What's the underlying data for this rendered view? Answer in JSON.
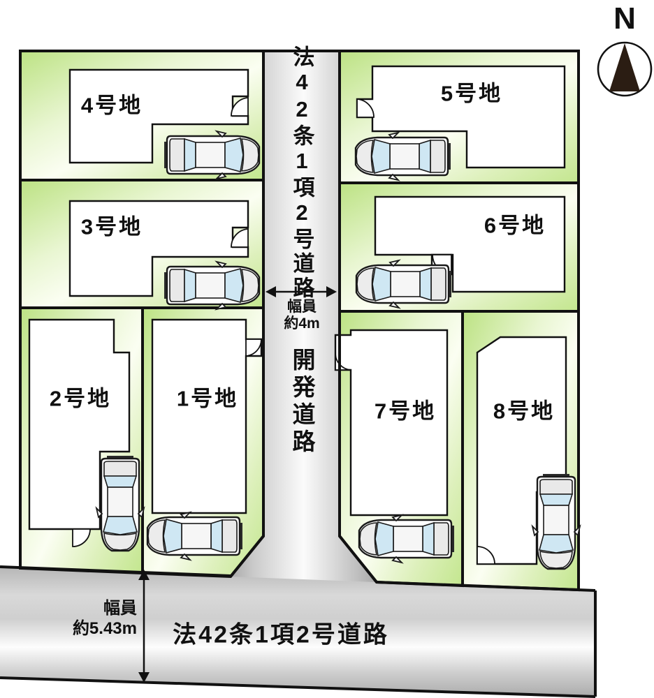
{
  "compass": {
    "north_label": "N"
  },
  "lots": [
    {
      "label": "1号地"
    },
    {
      "label": "2号地"
    },
    {
      "label": "3号地"
    },
    {
      "label": "4号地"
    },
    {
      "label": "5号地"
    },
    {
      "label": "6号地"
    },
    {
      "label": "7号地"
    },
    {
      "label": "8号地"
    }
  ],
  "center_road": {
    "name": "法42条1項2号道路",
    "width_caption_line1": "幅員",
    "width_caption_line2": "約4m",
    "lower_name": "開発道路"
  },
  "bottom_road": {
    "name": "法42条1項2号道路",
    "width_caption_line1": "幅員",
    "width_caption_line2": "約5.43m"
  },
  "colors": {
    "lot_green_edge": "#bfe382",
    "lot_green_mid": "#e9f6d2",
    "lot_green_highlight": "#fbfef2",
    "road_gray_dark": "#ababab",
    "road_gray_mid": "#d3d3d3",
    "road_gray_light": "#fdfdfd",
    "outline_black": "#111111",
    "car_glass_blue": "#cfe7f3",
    "car_body_gray": "#e9e9e9",
    "compass_needle_brown": "#2b1d13"
  }
}
